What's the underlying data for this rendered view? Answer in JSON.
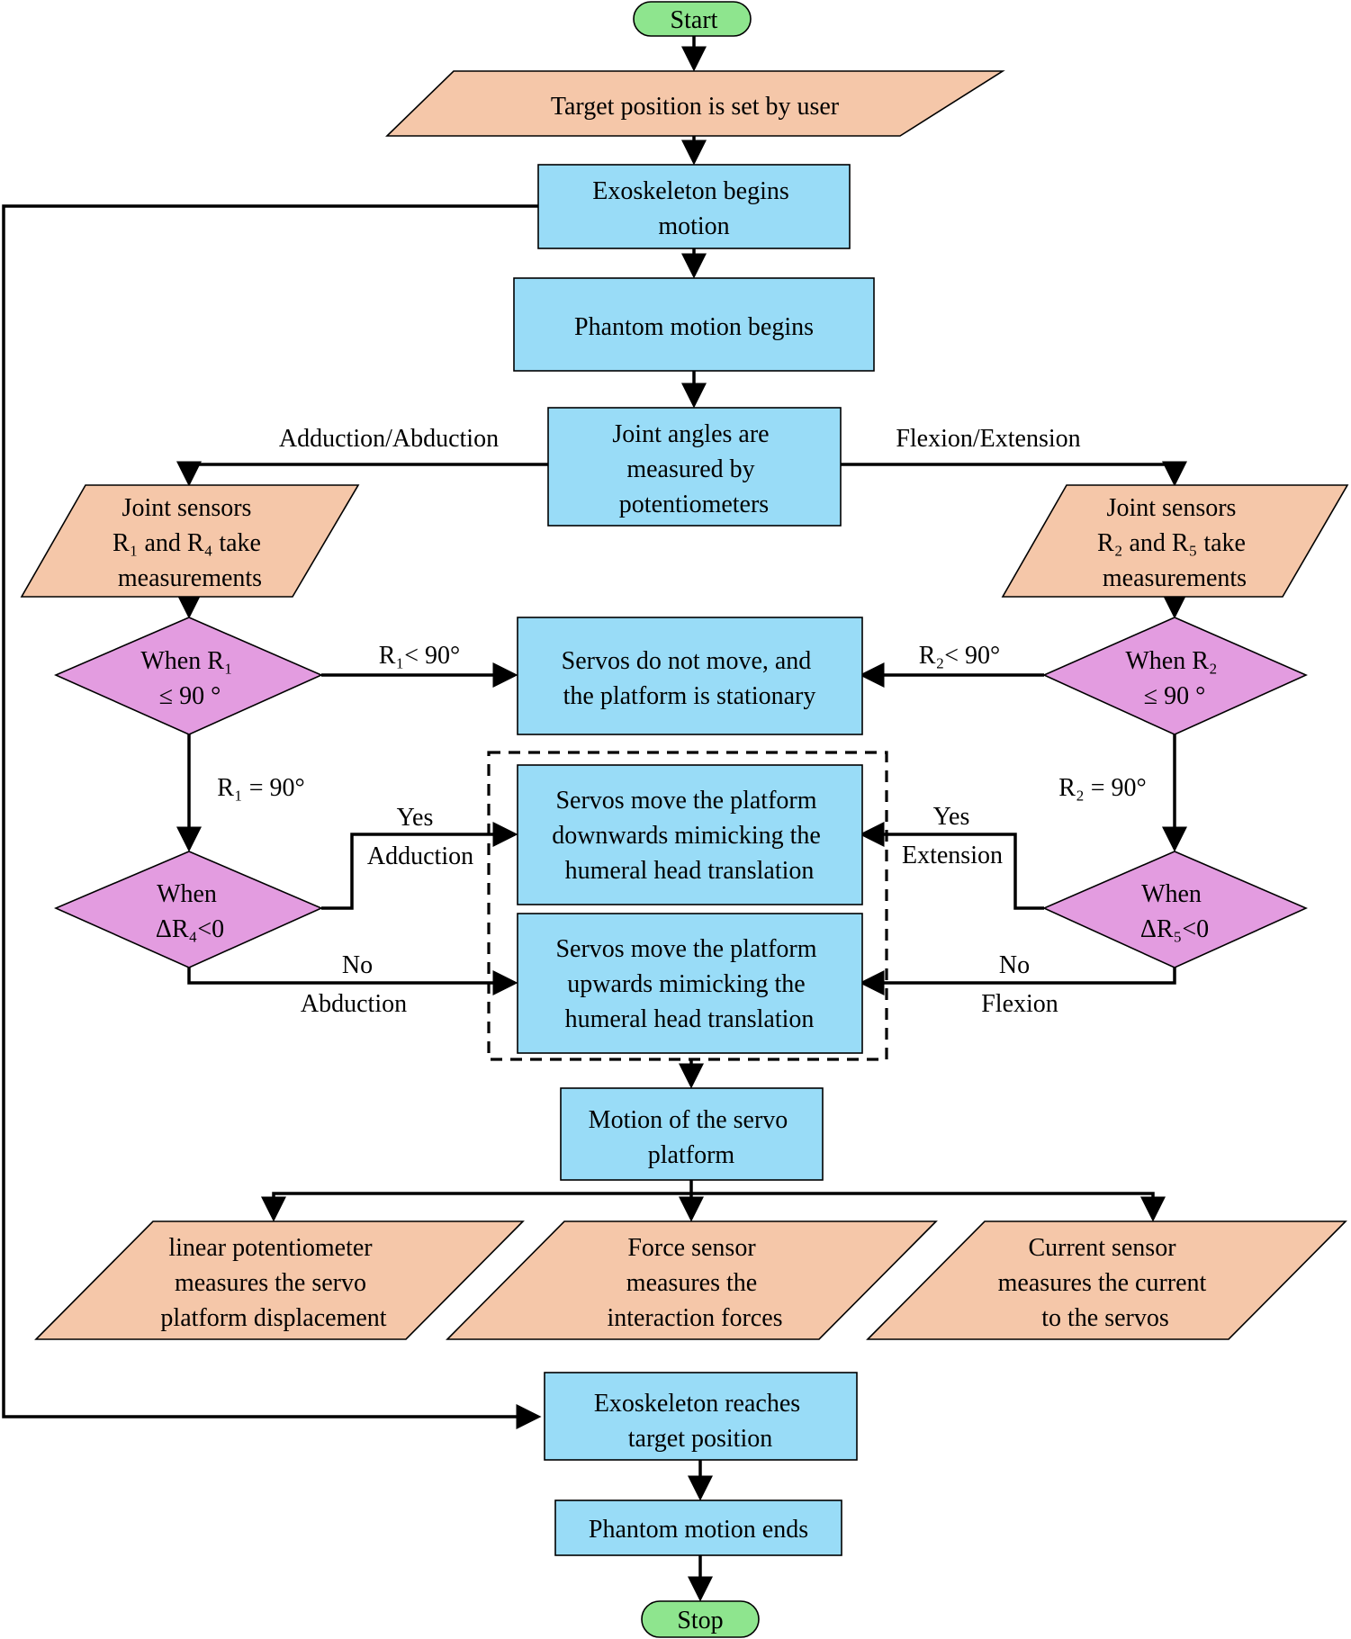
{
  "nodes": {
    "start": [
      "Start"
    ],
    "target_set": [
      "Target position is set by user"
    ],
    "exo_begins": [
      "Exoskeleton begins",
      "motion"
    ],
    "phantom_begins": [
      "Phantom motion begins"
    ],
    "joint_angles": [
      "Joint angles are",
      "measured by",
      "potentiometers"
    ],
    "sensors_left": [
      "Joint sensors",
      "R₁ and R₄ take",
      "measurements"
    ],
    "sensors_right": [
      "Joint sensors",
      "R₂ and R₅ take",
      "measurements"
    ],
    "when_r1": [
      "When R₁",
      "≤ 90 °"
    ],
    "when_r2": [
      "When R₂",
      "≤ 90 °"
    ],
    "stationary": [
      "Servos do not move, and",
      "the platform is stationary"
    ],
    "when_dr4": [
      "When",
      "ΔR₄<0"
    ],
    "when_dr5": [
      "When",
      "ΔR₅<0"
    ],
    "move_down": [
      "Servos move the platform",
      "downwards mimicking the",
      "humeral head translation"
    ],
    "move_up": [
      "Servos move the platform",
      "upwards mimicking the",
      "humeral head translation"
    ],
    "motion_platform": [
      "Motion of the servo",
      "platform"
    ],
    "linear_pot": [
      "linear potentiometer",
      "measures the servo",
      "platform displacement"
    ],
    "force_sensor": [
      "Force sensor",
      "measures the",
      "interaction forces"
    ],
    "current_sensor": [
      "Current sensor",
      "measures the current",
      "to the servos"
    ],
    "exo_reaches": [
      "Exoskeleton reaches",
      "target position"
    ],
    "phantom_ends": [
      "Phantom motion ends"
    ],
    "stop": [
      "Stop"
    ]
  },
  "edge_labels": {
    "add_abd": "Adduction/Abduction",
    "flex_ext": "Flexion/Extension",
    "r1_lt": "R₁< 90°",
    "r2_lt": "R₂< 90°",
    "r1_eq": "R₁ = 90°",
    "r2_eq": "R₂ = 90°",
    "yes_left": "Yes",
    "adduction": "Adduction",
    "yes_right": "Yes",
    "extension": "Extension",
    "no_left": "No",
    "abduction": "Abduction",
    "no_right": "No",
    "flexion": "Flexion"
  }
}
